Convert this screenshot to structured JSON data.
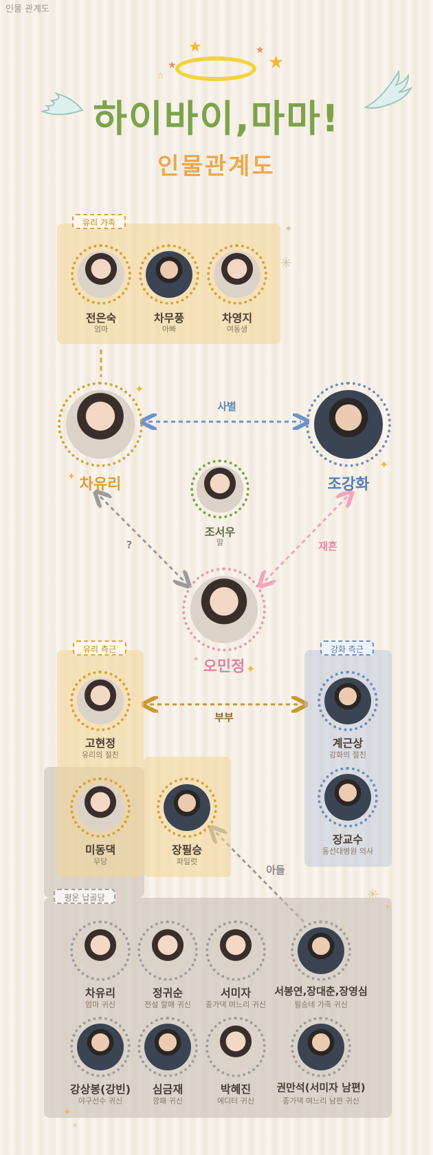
{
  "header": {
    "top_note": "인물 관계도",
    "title": "하이바이,마마!",
    "subtitle": "인물관계도"
  },
  "colors": {
    "title_green": "#7da34a",
    "subtitle_orange": "#e9a94e",
    "yuri_orange": "#e09b35",
    "kanghwa_blue": "#4f7db8",
    "minjeong_pink": "#e77fa2",
    "seowoo_green": "#6b8e3a"
  },
  "groups": {
    "yuri_family": "유리 가족",
    "yuri_side": "유리 측근",
    "kanghwa_side": "강화 측근",
    "ghosts": "평온 납골당"
  },
  "family": [
    {
      "name": "전은숙",
      "role": "엄마"
    },
    {
      "name": "차무풍",
      "role": "아빠"
    },
    {
      "name": "차영지",
      "role": "여동생"
    }
  ],
  "main": {
    "yuri": {
      "name": "차유리"
    },
    "kanghwa": {
      "name": "조강화"
    },
    "seowoo": {
      "name": "조서우",
      "role": "딸"
    },
    "minjeong": {
      "name": "오민정"
    }
  },
  "relations": {
    "separation": "사별",
    "unknown": "?",
    "remarriage": "재혼",
    "couple": "부부",
    "son": "아들"
  },
  "yuri_side": [
    {
      "name": "고현정",
      "role": "유리의 절친"
    },
    {
      "name": "미동댁",
      "role": "무당"
    },
    {
      "name": "장필승",
      "role": "파일럿"
    }
  ],
  "kanghwa_side": [
    {
      "name": "계근상",
      "role": "강화의 절친"
    },
    {
      "name": "장교수",
      "role": "동선대병원 의사"
    }
  ],
  "ghosts": [
    {
      "name": "차유리",
      "role": "엄마 귀신"
    },
    {
      "name": "정귀순",
      "role": "전설 할매 귀신"
    },
    {
      "name": "서미자",
      "role": "종가댁 며느리 귀신"
    },
    {
      "name": "서봉연,장대춘,장영심",
      "role": "필승네 가족 귀신"
    },
    {
      "name": "강상봉(강빈)",
      "role": "야구선수 귀신"
    },
    {
      "name": "심금재",
      "role": "깡패 귀신"
    },
    {
      "name": "박혜진",
      "role": "에디터 귀신"
    },
    {
      "name": "권만석(서미자 남편)",
      "role": "종가댁 며느리 남편 귀신"
    }
  ]
}
